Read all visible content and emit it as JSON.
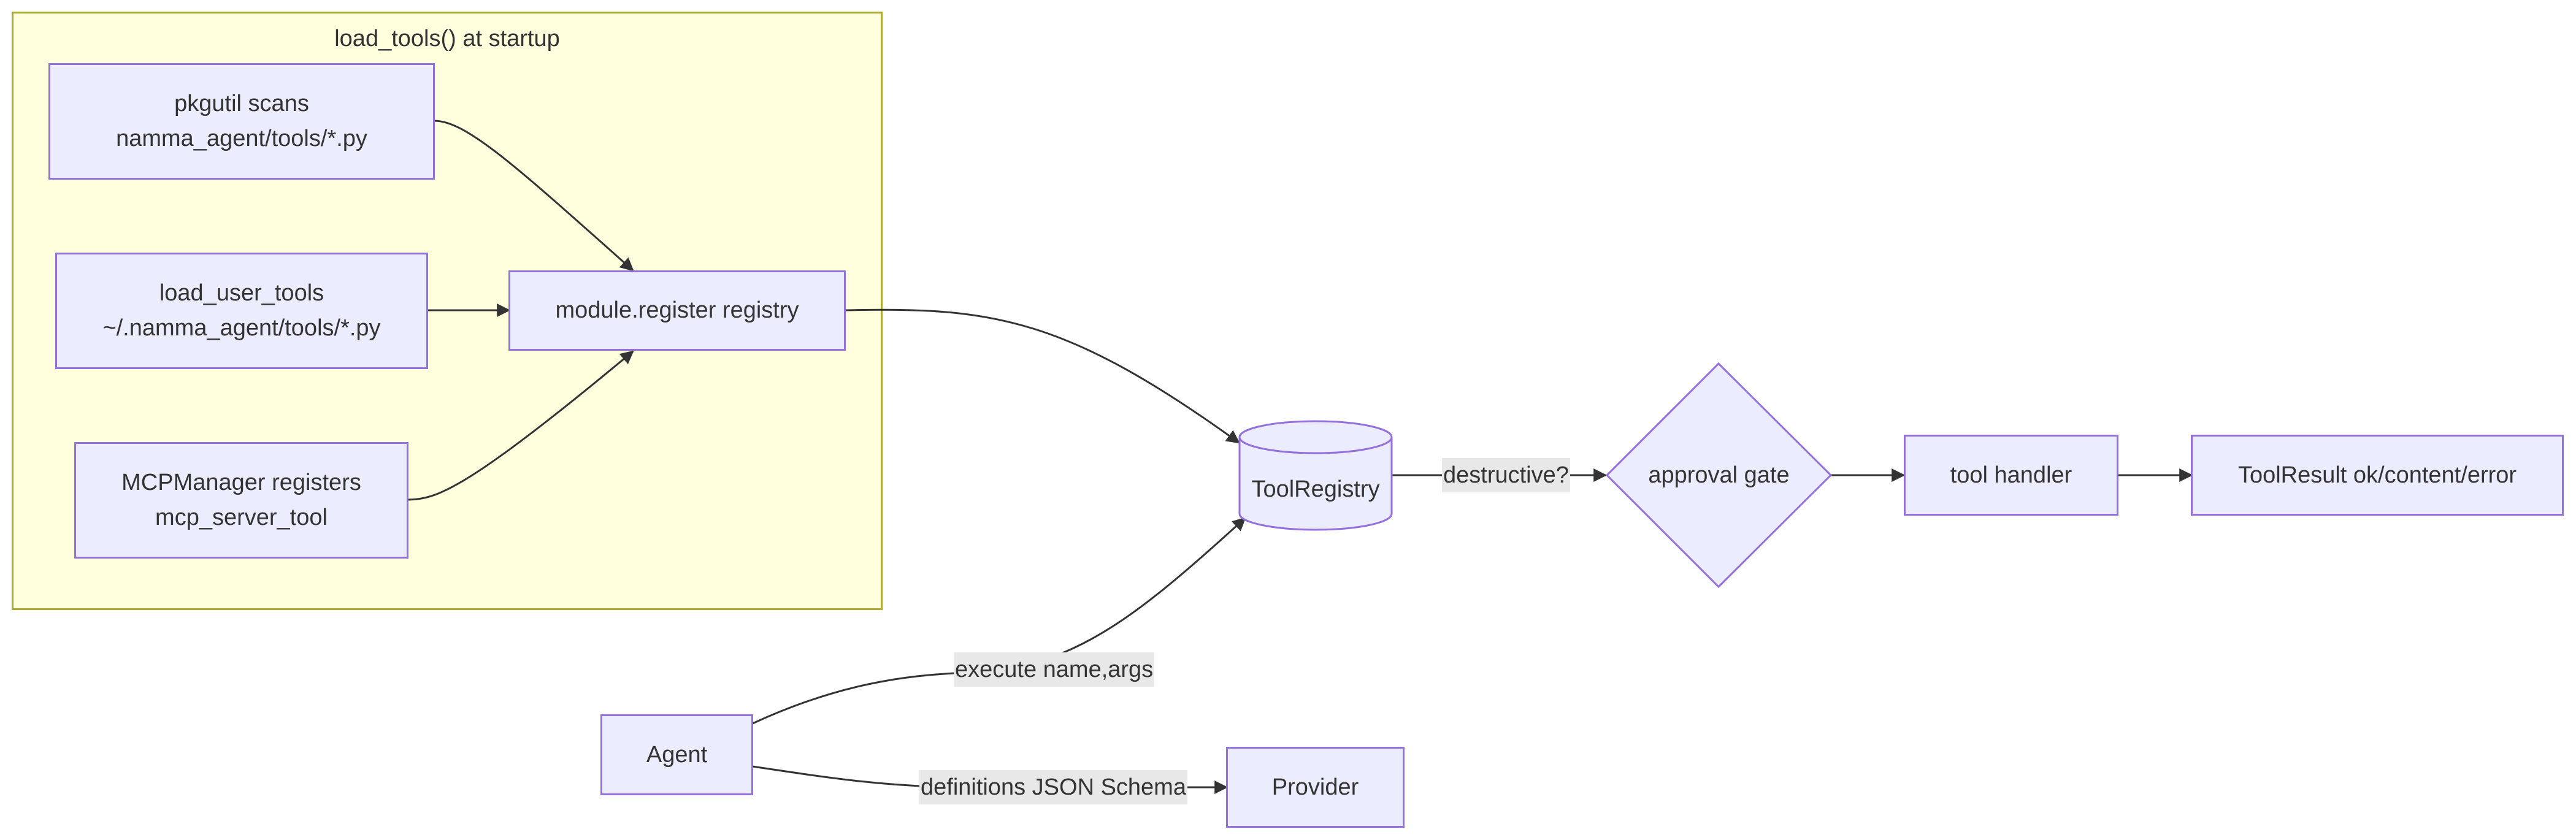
{
  "cluster": {
    "title": "load_tools() at startup"
  },
  "nodes": {
    "pkgutil": [
      "pkgutil scans",
      "namma_agent/tools/*.py"
    ],
    "user_tools": [
      "load_user_tools",
      "~/.namma_agent/tools/*.py"
    ],
    "mcp": [
      "MCPManager registers",
      "mcp_server_tool"
    ],
    "register": "module.register registry",
    "tool_registry": "ToolRegistry",
    "approval_gate": "approval gate",
    "tool_handler": "tool handler",
    "tool_result": "ToolResult ok/content/error",
    "agent": "Agent",
    "provider": "Provider"
  },
  "edge_labels": {
    "destructive": "destructive?",
    "execute": "execute name,args",
    "definitions": "definitions JSON Schema"
  },
  "colors": {
    "node_fill": "#ececff",
    "node_stroke": "#9370db",
    "cluster_fill": "#ffffde",
    "cluster_stroke": "#aaaa33",
    "edge": "#333333",
    "edge_label_bg": "#e8e8e8"
  }
}
